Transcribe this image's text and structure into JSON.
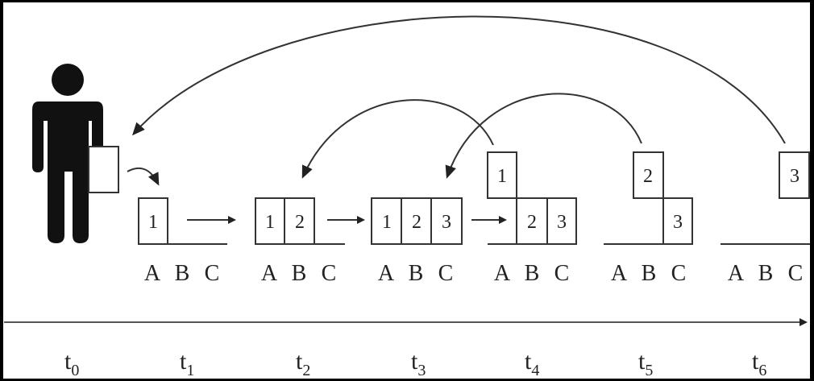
{
  "columns": [
    "A",
    "B",
    "C"
  ],
  "stages": [
    {
      "time": "t",
      "sub": "0"
    },
    {
      "time": "t",
      "sub": "1",
      "boxes": [
        "1"
      ]
    },
    {
      "time": "t",
      "sub": "2",
      "boxes": [
        "1",
        "2"
      ]
    },
    {
      "time": "t",
      "sub": "3",
      "boxes": [
        "1",
        "2",
        "3"
      ]
    },
    {
      "time": "t",
      "sub": "4",
      "lifted": "1",
      "boxes": [
        "2",
        "3"
      ]
    },
    {
      "time": "t",
      "sub": "5",
      "lifted": "2",
      "boxes": [
        "3"
      ]
    },
    {
      "time": "t",
      "sub": "6",
      "lifted": "3"
    }
  ]
}
